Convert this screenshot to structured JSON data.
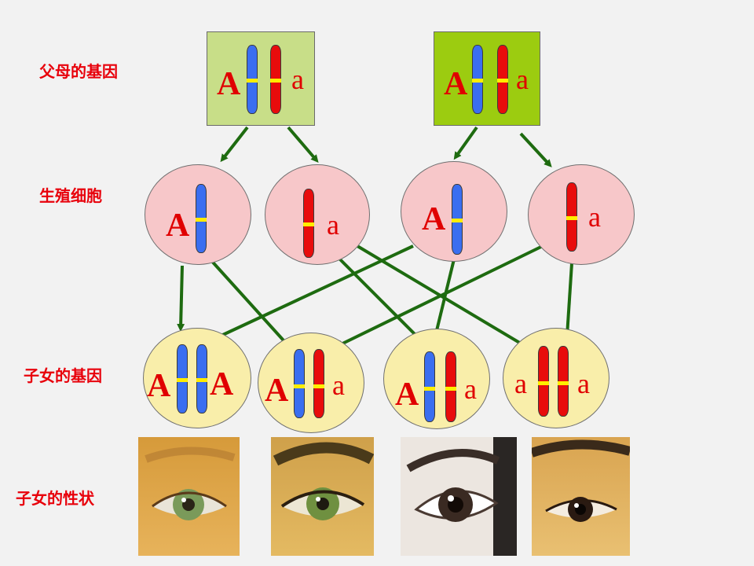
{
  "rows": {
    "parents": "父母的基因",
    "gametes": "生殖细胞",
    "children_genes": "子女的基因",
    "children_traits": "子女的性状"
  },
  "parents": [
    {
      "left": "A",
      "right": "a",
      "box_color": "#c8de88"
    },
    {
      "left": "A",
      "right": "a",
      "box_color": "#9ccc10"
    }
  ],
  "gametes": [
    {
      "allele": "A",
      "chromosome": "blue"
    },
    {
      "allele": "a",
      "chromosome": "red"
    },
    {
      "allele": "A",
      "chromosome": "blue"
    },
    {
      "allele": "a",
      "chromosome": "red"
    }
  ],
  "children": [
    {
      "left": "A",
      "right": "A"
    },
    {
      "left": "A",
      "right": "a"
    },
    {
      "left": "A",
      "right": "a"
    },
    {
      "left": "a",
      "right": "a"
    }
  ],
  "eyes": [
    {
      "description": "green-eye",
      "iris": "#7a9a5a"
    },
    {
      "description": "green-eye",
      "iris": "#6f9040"
    },
    {
      "description": "dark-eye",
      "iris": "#3a2a22"
    },
    {
      "description": "dark-eye",
      "iris": "#2a1a12"
    }
  ],
  "colors": {
    "label_red": "#e8000b",
    "arrow_green": "#1e6b10",
    "dominant_blue": "#3a6ef0",
    "recessive_red": "#e80c0c",
    "centromere_yellow": "#ffee00"
  }
}
